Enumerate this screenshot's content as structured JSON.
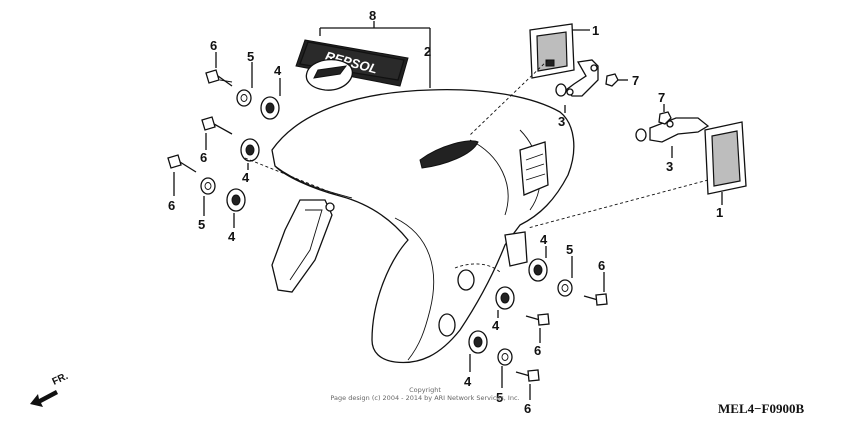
{
  "callouts": {
    "c8": "8",
    "c2": "2",
    "c1a": "1",
    "c1b": "1",
    "c7a": "7",
    "c7b": "7",
    "c3a": "3",
    "c3b": "3",
    "c6a": "6",
    "c6b": "6",
    "c6c": "6",
    "c6d": "6",
    "c6e": "6",
    "c6f": "6",
    "c5a": "5",
    "c5b": "5",
    "c5c": "5",
    "c5d": "5",
    "c4a": "4",
    "c4b": "4",
    "c4c": "4",
    "c4d": "4",
    "c4e": "4",
    "c4f": "4"
  },
  "emblem_text": "REPSOL",
  "direction_label": "FR.",
  "copyright": {
    "line1": "Copyright",
    "line2": "Page design (c) 2004 - 2014 by ARI Network Services, Inc."
  },
  "diagram_code": "MEL4−F0900B"
}
